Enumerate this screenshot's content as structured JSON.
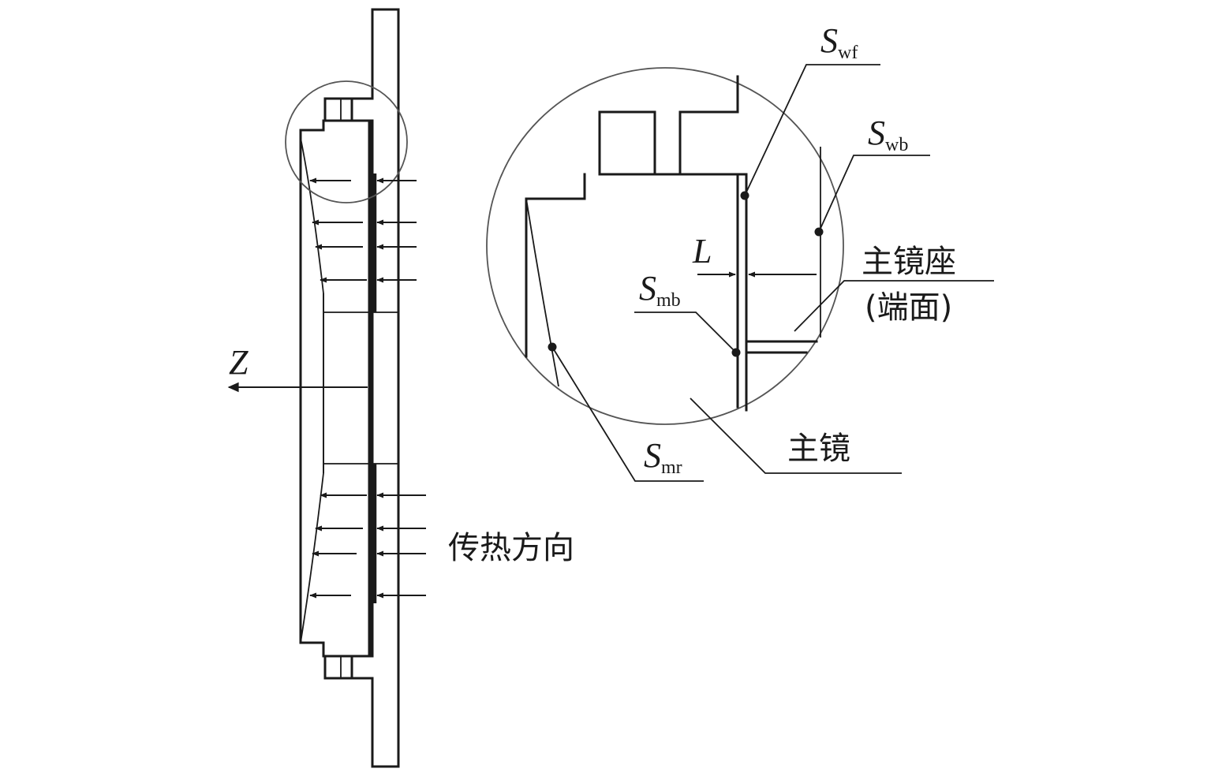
{
  "labels": {
    "z_axis": "Z",
    "heat_direction": "传热方向",
    "gap": "L",
    "s_wf": {
      "main": "S",
      "sub": "wf"
    },
    "s_wb": {
      "main": "S",
      "sub": "wb"
    },
    "s_mb": {
      "main": "S",
      "sub": "mb"
    },
    "s_mr": {
      "main": "S",
      "sub": "mr"
    },
    "mirror_seat_line1": "主镜座",
    "mirror_seat_line2": "(端面)",
    "mirror": "主镜"
  },
  "colors": {
    "line": "#1a1a1a",
    "circle": "#555555",
    "background": "#ffffff"
  }
}
